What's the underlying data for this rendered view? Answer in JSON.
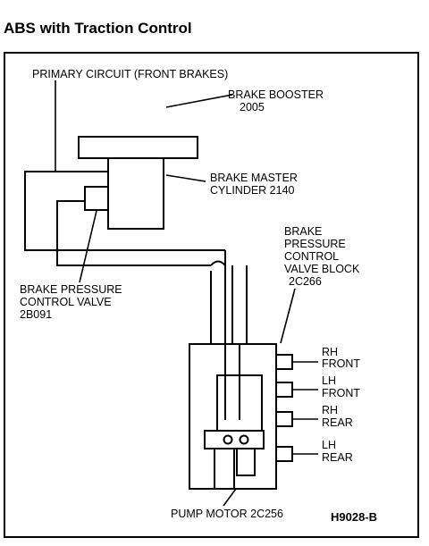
{
  "title": "ABS with Traction Control",
  "labels": {
    "primary_circuit": "PRIMARY CIRCUIT (FRONT BRAKES)",
    "brake_booster": [
      "BRAKE BOOSTER",
      "2005"
    ],
    "master_cylinder": [
      "BRAKE MASTER",
      "CYLINDER 2140"
    ],
    "valve_block": [
      "BRAKE",
      "PRESSURE",
      "CONTROL",
      "VALVE BLOCK",
      "2C266"
    ],
    "pressure_valve": [
      "BRAKE PRESSURE",
      "CONTROL VALVE",
      "2B091"
    ],
    "rh_front": [
      "RH",
      "FRONT"
    ],
    "lh_front": [
      "LH",
      "FRONT"
    ],
    "rh_rear": [
      "RH",
      "REAR"
    ],
    "lh_rear": [
      "LH",
      "REAR"
    ],
    "pump_motor": "PUMP MOTOR 2C256",
    "figure_code": "H9028-B"
  }
}
